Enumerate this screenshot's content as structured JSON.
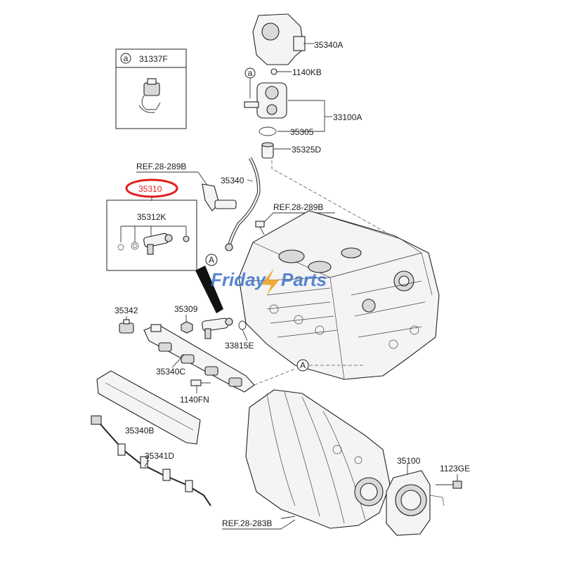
{
  "watermark": {
    "text_left": "Friday",
    "text_right": "Parts",
    "color_blue": "#3a73c9",
    "color_orange": "#f0a020"
  },
  "highlight": {
    "color": "#e0201c",
    "part": "35310"
  },
  "inset_31337F": {
    "marker": "a",
    "part": "31337F"
  },
  "callouts": {
    "c_35340A": "35340A",
    "c_1140KB": "1140KB",
    "c_33100A": "33100A",
    "c_35305": "35305",
    "c_35325D": "35325D",
    "c_35340": "35340",
    "c_ref_b_top": "REF.28-289B",
    "c_ref_b_right": "REF.28-289B",
    "c_35312K": "35312K",
    "c_35342": "35342",
    "c_35309": "35309",
    "c_33815E": "33815E",
    "c_35340C": "35340C",
    "c_1140FN": "1140FN",
    "c_35340B": "35340B",
    "c_35341D": "35341D",
    "c_35100": "35100",
    "c_1123GE": "1123GE",
    "c_ref_283b": "REF.28-283B"
  },
  "markers": {
    "marker_a_top": "a",
    "marker_A_left": "A",
    "marker_A_right": "A"
  }
}
